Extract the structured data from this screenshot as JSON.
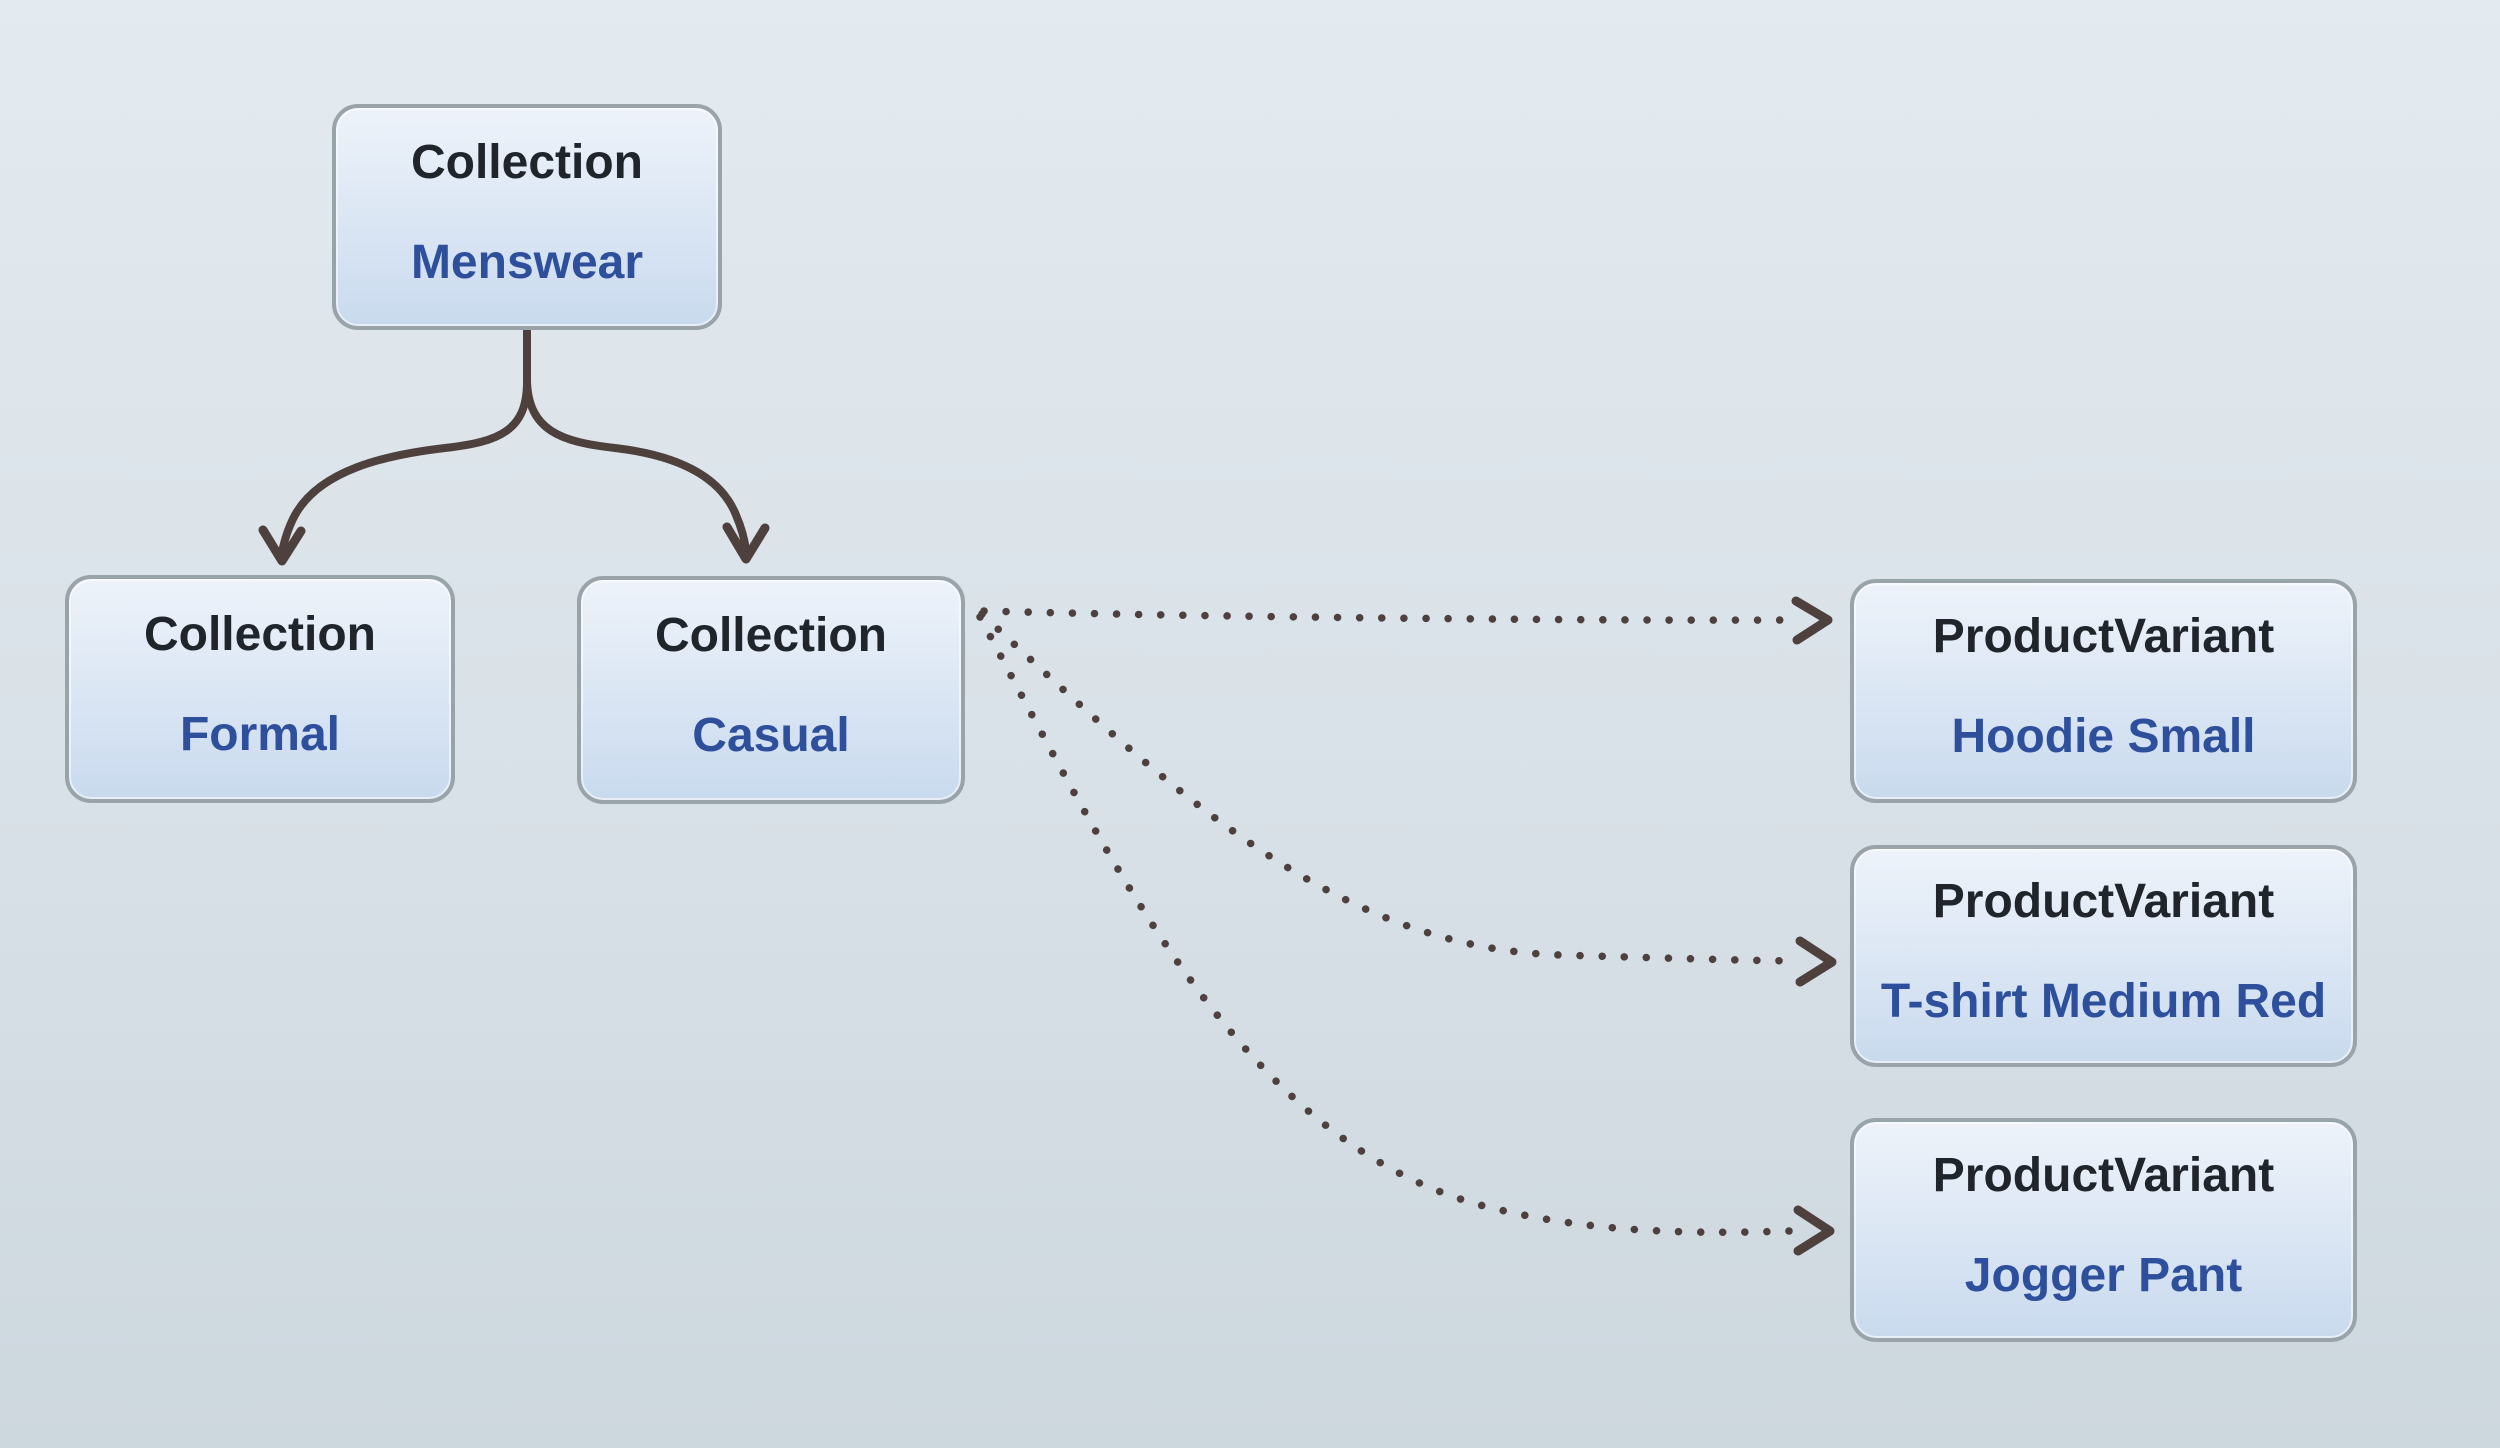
{
  "diagram": {
    "title": "",
    "nodes": [
      {
        "type": "Collection",
        "name": "Menswear"
      },
      {
        "type": "Collection",
        "name": "Formal"
      },
      {
        "type": "Collection",
        "name": "Casual"
      },
      {
        "type": "ProductVariant",
        "name": "Hoodie Small"
      },
      {
        "type": "ProductVariant",
        "name": "T-shirt Medium Red"
      },
      {
        "type": "ProductVariant",
        "name": "Jogger Pant"
      }
    ],
    "edges": [
      {
        "from": "Collection Menswear",
        "to": "Collection Formal",
        "style": "solid-arrow"
      },
      {
        "from": "Collection Menswear",
        "to": "Collection Casual",
        "style": "solid-arrow"
      },
      {
        "from": "Collection Casual",
        "to": "ProductVariant Hoodie Small",
        "style": "dotted-arrow"
      },
      {
        "from": "Collection Casual",
        "to": "ProductVariant T-shirt Medium Red",
        "style": "dotted-arrow"
      },
      {
        "from": "Collection Casual",
        "to": "ProductVariant Jogger Pant",
        "style": "dotted-arrow"
      }
    ]
  },
  "colors": {
    "background_top": "#e3eaf0",
    "background_mid": "#d8e1e7",
    "background_bottom": "#cdd7de",
    "node_fill_top": "#eef3fa",
    "node_fill_bottom": "#c9daee",
    "node_border": "#99a3aa",
    "type_text": "#20252b",
    "name_text": "#2d4f9c",
    "arrow": "#4e403d"
  }
}
